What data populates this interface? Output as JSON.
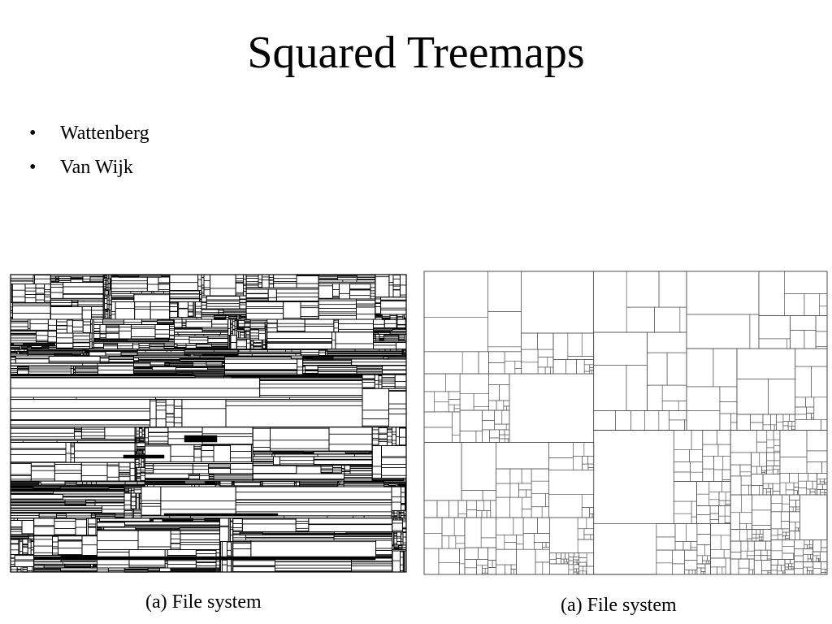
{
  "slide": {
    "title": "Squared Treemaps",
    "bullets": [
      {
        "marker": "•",
        "text": "Wattenberg"
      },
      {
        "marker": "•",
        "text": "Van Wijk"
      }
    ]
  },
  "figures": [
    {
      "caption": "(a) File system",
      "style": "slice-and-dice treemap"
    },
    {
      "caption": "(a) File system",
      "style": "squarified treemap"
    }
  ],
  "colors": {
    "background": "#ffffff",
    "lines": "#000000",
    "fine_lines": "#555555"
  }
}
